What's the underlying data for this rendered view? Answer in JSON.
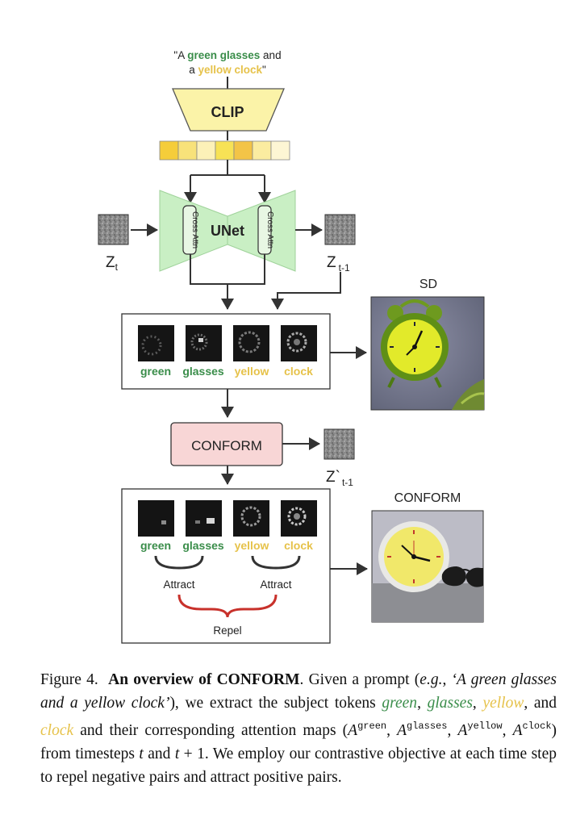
{
  "prompt": {
    "line1_pre": "\"A ",
    "line1_green": "green glasses",
    "line1_post": " and",
    "line2_pre": "a ",
    "line2_yellow": "yellow clock",
    "line2_post": "\""
  },
  "clip_label": "CLIP",
  "unet": {
    "label": "UNet",
    "cross_attn_left": "Cross Attn",
    "cross_attn_right": "Cross Attn"
  },
  "latents": {
    "zt": "Z",
    "zt_sub": "t",
    "zt1": "Z",
    "zt1_sub": "t-1",
    "zprime": "Z`",
    "zprime_sub": "t-1"
  },
  "tokens": {
    "green": "green",
    "glasses": "glasses",
    "yellow": "yellow",
    "clock": "clock"
  },
  "conform_box": "CONFORM",
  "attract_left": "Attract",
  "attract_right": "Attract",
  "repel": "Repel",
  "outputs": {
    "sd_title": "SD",
    "conform_title": "CONFORM"
  },
  "colors": {
    "green_token": "#3a8d4a",
    "yellow_token": "#e6c24a",
    "clip_fill": "#fbf3a8",
    "unet_fill": "#c9efc4",
    "conform_fill": "#f8d6d6",
    "repel_red": "#c8312b"
  },
  "caption": {
    "fig": "Figure 4.",
    "title": "An overview of CONFORM",
    "t1": ". Given a prompt (",
    "eg": "e.g.",
    "t2": ", ",
    "quote": "‘A green glasses and a yellow clock’",
    "t3": "), we extract the subject to­kens ",
    "w_green": "green",
    "c1": ", ",
    "w_glasses": "glasses",
    "c2": ", ",
    "w_yellow": "yellow",
    "c3": ", and ",
    "w_clock": "clock",
    "t4": " and their corresponding at­tention maps (",
    "a": "A",
    "s_green": "green",
    "s_glasses": "glasses",
    "s_yellow": "yellow",
    "s_clock": "clock",
    "t5": ") from timesteps ",
    "t_var": "t",
    "t6": " and ",
    "t_plus": "t",
    "t7": " + 1. We employ our contrastive objective at each time step to repel negative pairs and attract positive pairs."
  }
}
